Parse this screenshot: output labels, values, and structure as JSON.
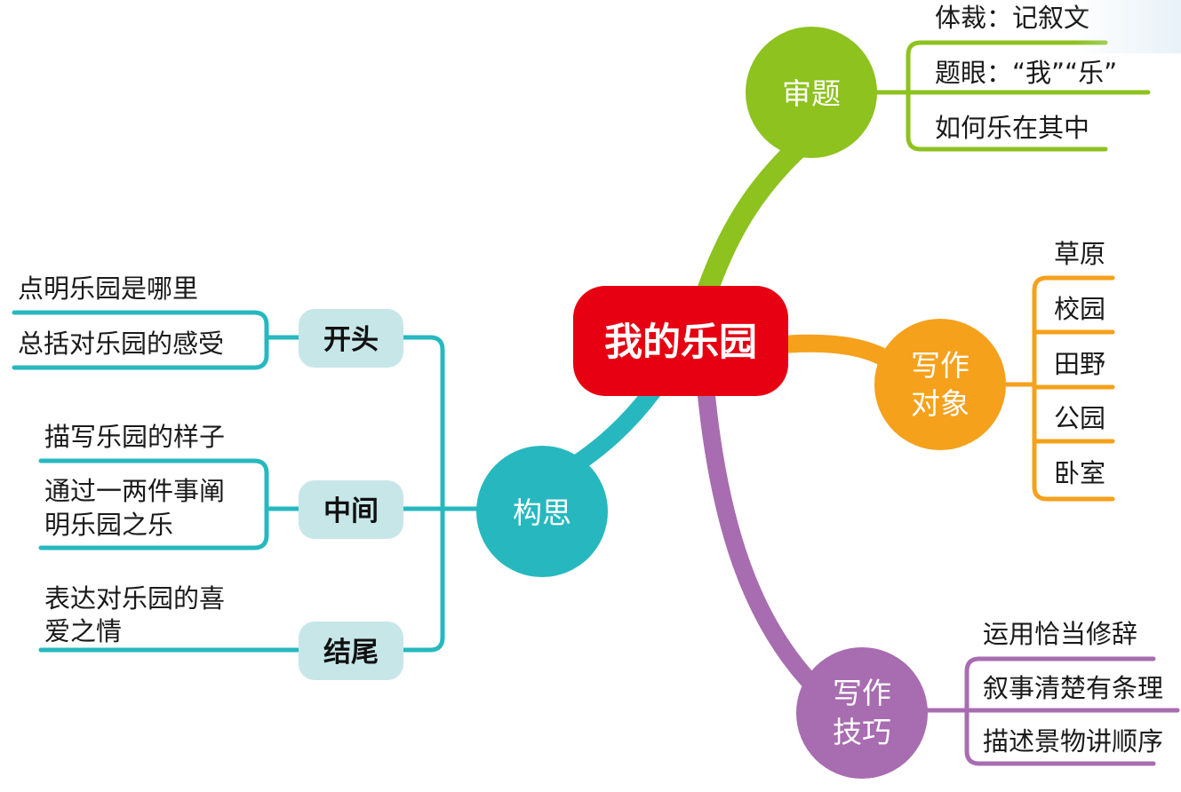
{
  "center": {
    "label": "我的乐园",
    "color": "#e60012"
  },
  "branches": {
    "shenti": {
      "label": "审题",
      "color": "#8dc21f",
      "leaves": [
        "体裁：记叙文",
        "题眼：“我”“乐”",
        "如何乐在其中"
      ]
    },
    "xiezuo_duixiang": {
      "label": [
        "写作",
        "对象"
      ],
      "color": "#f5a11c",
      "leaves": [
        "草原",
        "校园",
        "田野",
        "公园",
        "卧室"
      ]
    },
    "xiezuo_jiqiao": {
      "label": [
        "写作",
        "技巧"
      ],
      "color": "#a86cb0",
      "leaves": [
        "运用恰当修辞",
        "叙事清楚有条理",
        "描述景物讲顺序"
      ]
    },
    "gousi": {
      "label": "构思",
      "color": "#27b8bf",
      "sub_fill": "#c7e6e8",
      "subs": [
        {
          "label": "开头",
          "leaves": [
            "点明乐园是哪里",
            "总括对乐园的感受"
          ]
        },
        {
          "label": "中间",
          "leaves": [
            "描写乐园的样子",
            "通过一两件事阐明乐园之乐"
          ]
        },
        {
          "label": "结尾",
          "leaves": [
            "表达对乐园的喜爱之情"
          ]
        }
      ]
    }
  },
  "leaf_lines": {
    "zhongjian_2": [
      "通过一两件事阐",
      "明乐园之乐"
    ],
    "jiewei_1": [
      "表达对乐园的喜",
      "爱之情"
    ]
  }
}
